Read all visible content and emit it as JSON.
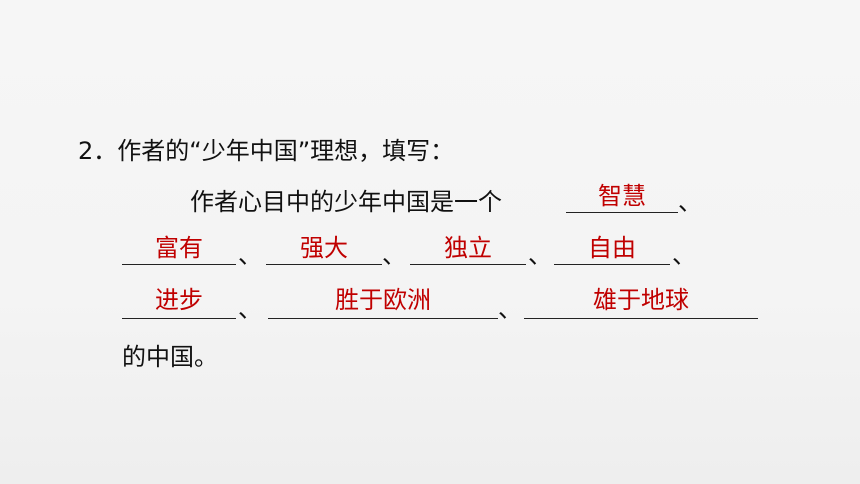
{
  "question": {
    "number": "2．",
    "title": "作者的“少年中国”理想，填写：",
    "intro": "作者心目中的少年中国是一个",
    "ending": "的中国。",
    "separator": "、"
  },
  "answers": {
    "a1": "智慧",
    "a2": "富有",
    "a3": "强大",
    "a4": "独立",
    "a5": "自由",
    "a6": "进步",
    "a7": "胜于欧洲",
    "a8": "雄于地球"
  }
}
